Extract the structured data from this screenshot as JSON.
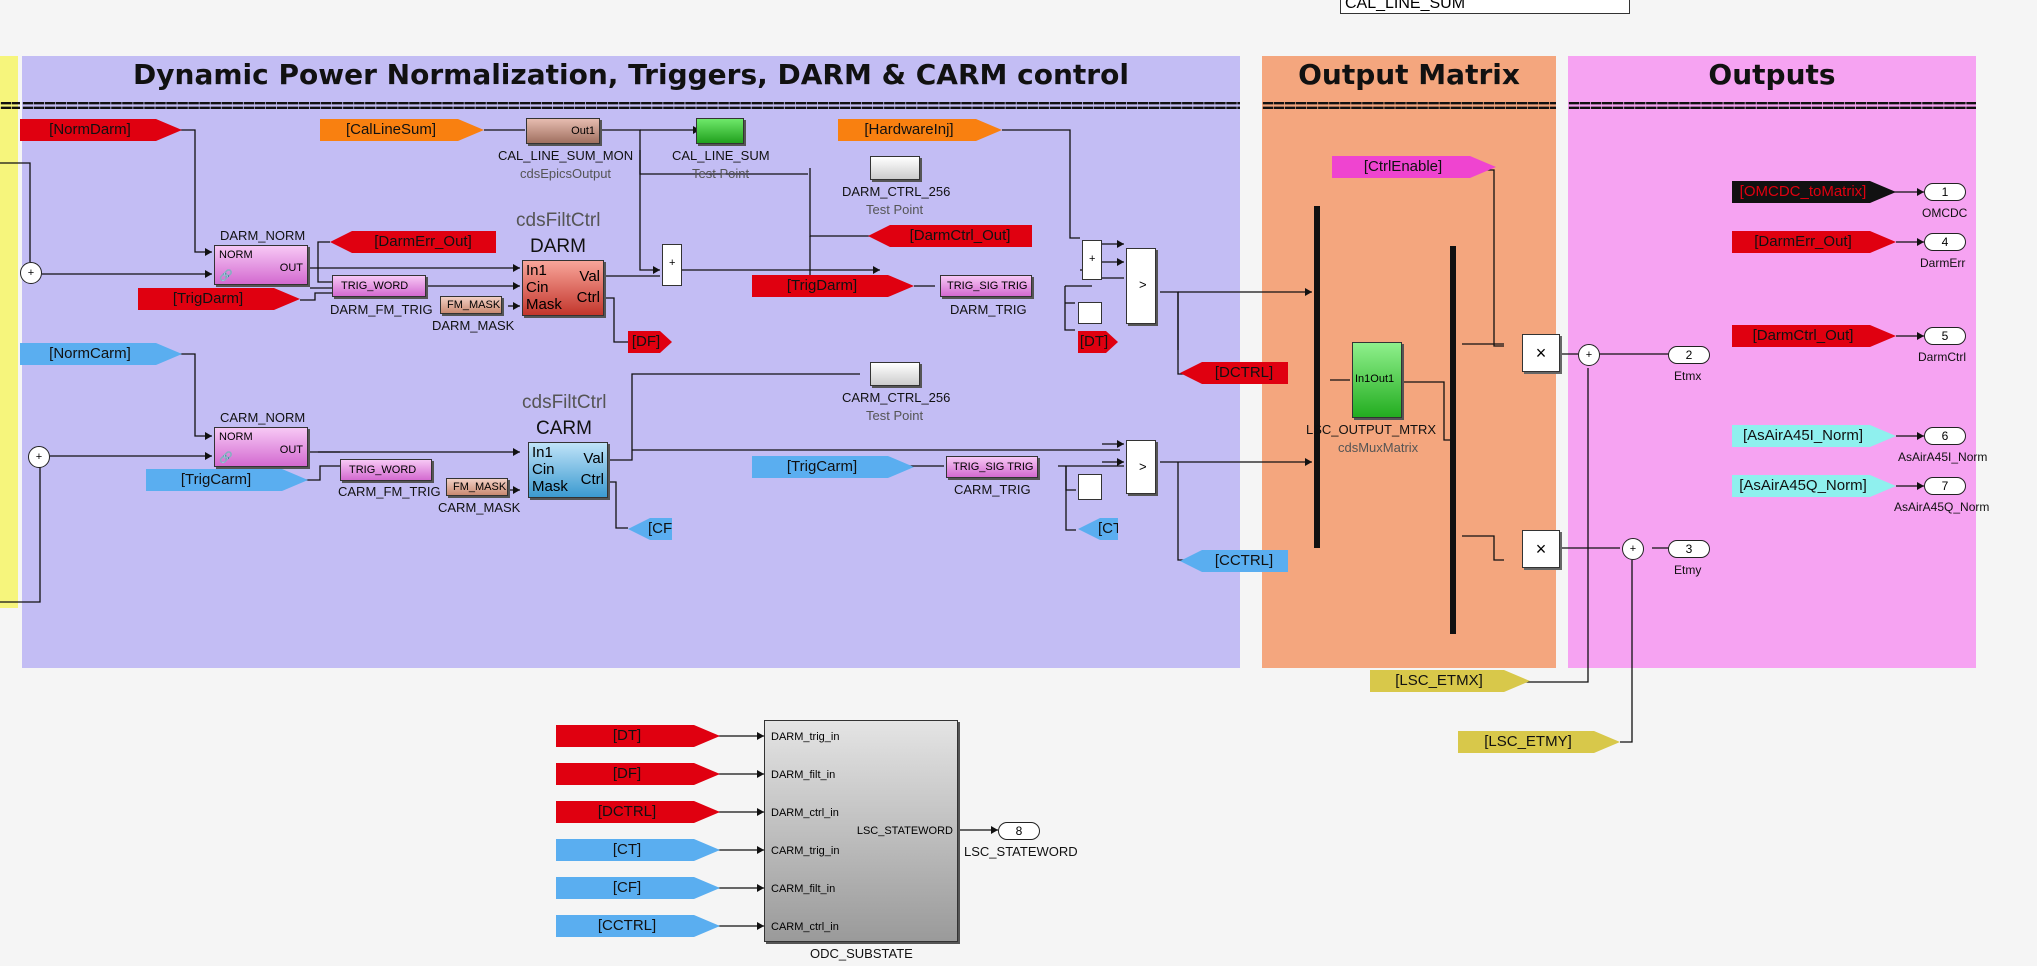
{
  "top_block": {
    "label": "CAL_LINE_SUM"
  },
  "areas": {
    "main": {
      "title": "Dynamic Power Normalization, Triggers, DARM & CARM control",
      "color": "#c3bdf4"
    },
    "matrix": {
      "title": "Output Matrix",
      "color": "#f4a67e"
    },
    "outputs": {
      "title": "Outputs",
      "color": "#f6a3f2"
    }
  },
  "tags": {
    "norm_darm": "[NormDarm]",
    "cal_line_sum": "[CalLineSum]",
    "hardware_inj": "[HardwareInj]",
    "trig_darm": "[TrigDarm]",
    "darm_err_out": "[DarmErr_Out]",
    "darm_ctrl_out": "[DarmCtrl_Out]",
    "trig_darm2": "[TrigDarm]",
    "df": "[DF]",
    "dt": "[DT]",
    "dctrl": "[DCTRL]",
    "norm_carm": "[NormCarm]",
    "trig_carm": "[TrigCarm]",
    "trig_carm2": "[TrigCarm]",
    "cf": "[CF]",
    "ct": "[CT]",
    "cctrl": "[CCTRL]",
    "ctrl_enable": "[CtrlEnable]",
    "lsc_etmx": "[LSC_ETMX]",
    "lsc_etmy": "[LSC_ETMY]",
    "omcdc_to_matrix": "[OMCDC_toMatrix]",
    "darm_err_out2": "[DarmErr_Out]",
    "darm_ctrl_out2": "[DarmCtrl_Out]",
    "as_air_45i": "[AsAirA45I_Norm]",
    "as_air_45q": "[AsAirA45Q_Norm]",
    "sub_dt": "[DT]",
    "sub_df": "[DF]",
    "sub_dctrl": "[DCTRL]",
    "sub_ct": "[CT]",
    "sub_cf": "[CF]",
    "sub_cctrl": "[CCTRL]"
  },
  "blocks": {
    "cal_line_sum_mon": {
      "port": "Out1",
      "name": "CAL_LINE_SUM_MON",
      "lib": "cdsEpicsOutput"
    },
    "cal_line_sum_tp": {
      "name": "CAL_LINE_SUM",
      "lib": "Test Point"
    },
    "darm_ctrl_256": {
      "name": "DARM_CTRL_256",
      "lib": "Test Point"
    },
    "carm_ctrl_256": {
      "name": "CARM_CTRL_256",
      "lib": "Test Point"
    },
    "darm_norm": {
      "name": "DARM_NORM",
      "in": "NORM",
      "out": "OUT"
    },
    "carm_norm": {
      "name": "CARM_NORM",
      "in": "NORM",
      "out": "OUT"
    },
    "darm_fm_trig": {
      "name": "DARM_FM_TRIG",
      "text": "TRIG_WORD"
    },
    "carm_fm_trig": {
      "name": "CARM_FM_TRIG",
      "text": "TRIG_WORD"
    },
    "darm_mask": {
      "name": "DARM_MASK",
      "text": "FM_MASK"
    },
    "carm_mask": {
      "name": "CARM_MASK",
      "text": "FM_MASK"
    },
    "darm_filt": {
      "lib": "cdsFiltCtrl",
      "name": "DARM",
      "in1": "In1",
      "cin": "Cin",
      "mask": "Mask",
      "val": "Val",
      "ctrl": "Ctrl"
    },
    "carm_filt": {
      "lib": "cdsFiltCtrl",
      "name": "CARM",
      "in1": "In1",
      "cin": "Cin",
      "mask": "Mask",
      "val": "Val",
      "ctrl": "Ctrl"
    },
    "darm_trig": {
      "name": "DARM_TRIG",
      "text": "TRIG_SIG TRIG"
    },
    "carm_trig": {
      "name": "CARM_TRIG",
      "text": "TRIG_SIG TRIG"
    },
    "output_mtrx": {
      "port": "In1Out1",
      "name": "LSC_OUTPUT_MTRX",
      "lib": "cdsMuxMatrix"
    },
    "odc": {
      "name": "ODC_SUBSTATE",
      "inputs": [
        "DARM_trig_in",
        "DARM_filt_in",
        "DARM_ctrl_in",
        "CARM_trig_in",
        "CARM_filt_in",
        "CARM_ctrl_in"
      ],
      "output": "LSC_STATEWORD"
    }
  },
  "outports": [
    {
      "num": "1",
      "name": "OMCDC"
    },
    {
      "num": "4",
      "name": "DarmErr"
    },
    {
      "num": "5",
      "name": "DarmCtrl"
    },
    {
      "num": "6",
      "name": "AsAirA45I_Norm"
    },
    {
      "num": "7",
      "name": "AsAirA45Q_Norm"
    },
    {
      "num": "2",
      "name": "Etmx"
    },
    {
      "num": "3",
      "name": "Etmy"
    },
    {
      "num": "8",
      "name": "LSC_STATEWORD"
    }
  ],
  "symbols": {
    "times": "×",
    "switch": ">",
    "sum": "+",
    "sum2": "+ +"
  },
  "dashes": "===================================================================================================================================================="
}
